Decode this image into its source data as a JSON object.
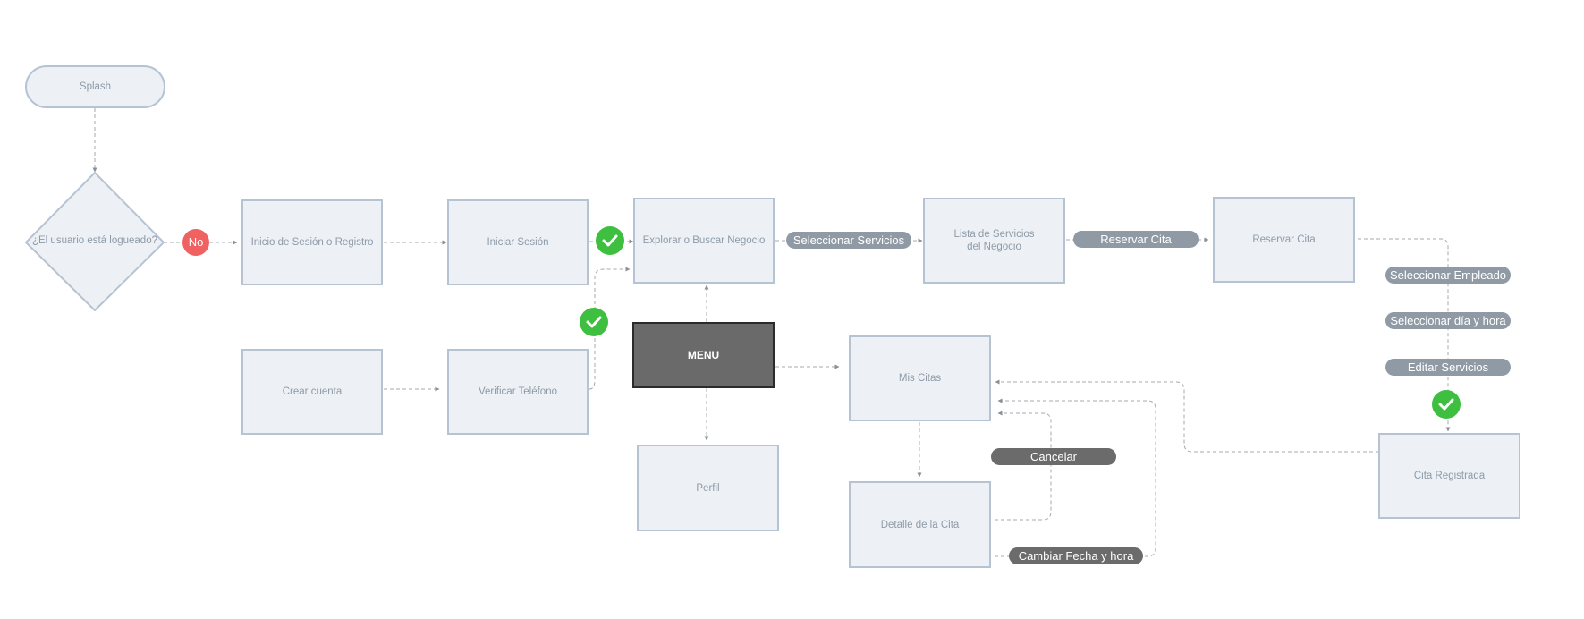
{
  "colors": {
    "node_fill": "#edf1f6",
    "node_border": "#b6c3d3",
    "node_text": "#8e9aa7",
    "menu_fill": "#6a6a6a",
    "label_fill": "#8f9aa5",
    "label_dark_fill": "#6b6b6b",
    "no_badge": "#f06262",
    "check_badge": "#3fbf3f",
    "connector": "#a4a9af"
  },
  "nodes": {
    "splash": "Splash",
    "decision": "¿El usuario está logueado?",
    "login_or_register": "Inicio de Sesión o Registro",
    "sign_in": "Iniciar Sesión",
    "explore": "Explorar o Buscar Negocio",
    "services_list": "Lista de Servicios\ndel Negocio",
    "book_appointment": "Reservar Cita",
    "create_account": "Crear cuenta",
    "verify_phone": "Verificar Teléfono",
    "menu": "MENU",
    "my_appointments": "Mis Citas",
    "profile": "Perfil",
    "appointment_detail": "Detalle de la Cita",
    "appointment_registered": "Cita Registrada"
  },
  "labels": {
    "no": "No",
    "select_services": "Seleccionar Servicios",
    "book": "Reservar Cita",
    "select_employee": "Seleccionar Empleado",
    "select_day_time": "Seleccionar día y hora",
    "edit_services": "Editar Servicios",
    "cancel": "Cancelar",
    "change_date_time": "Cambiar Fecha y hora"
  },
  "icons": {
    "check": "check-icon",
    "arrow": "arrowhead"
  }
}
